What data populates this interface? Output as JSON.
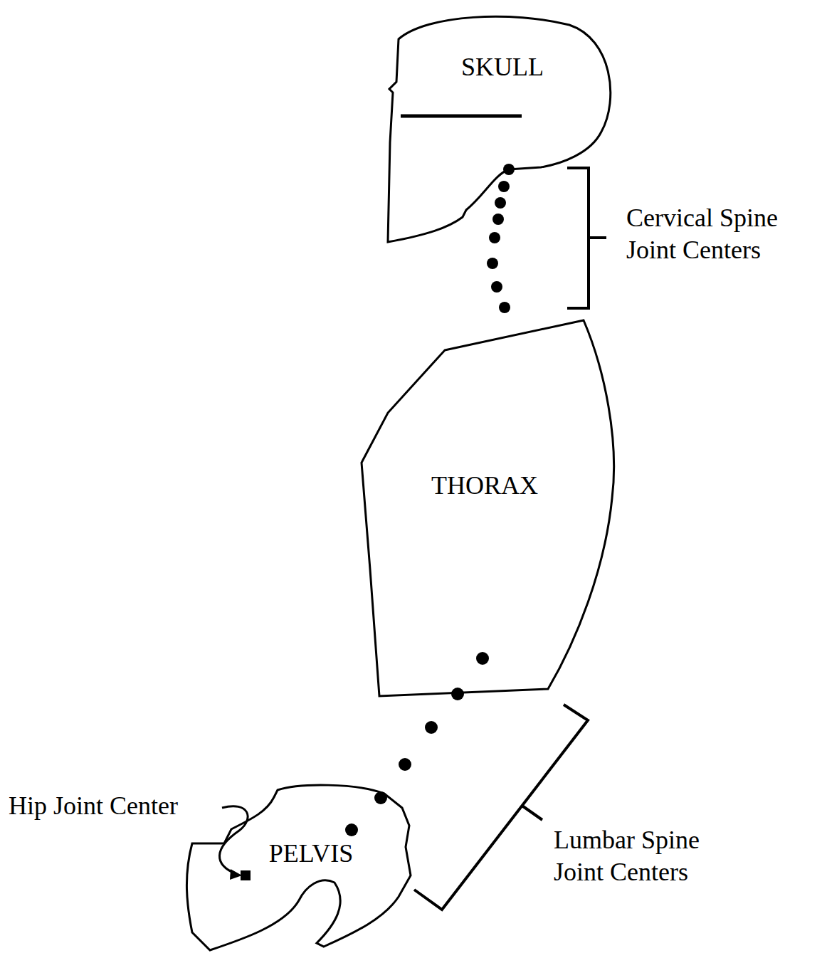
{
  "diagram": {
    "nodes": [
      {
        "text": [
          "SKULL"
        ]
      },
      {
        "text": [
          "THORAX"
        ]
      },
      {
        "text": [
          "PELVIS"
        ]
      }
    ],
    "labels": [
      "Cervical Spine Joint Centers",
      "Lumbar Spine Joint Centers",
      "Hip Joint Center"
    ]
  }
}
